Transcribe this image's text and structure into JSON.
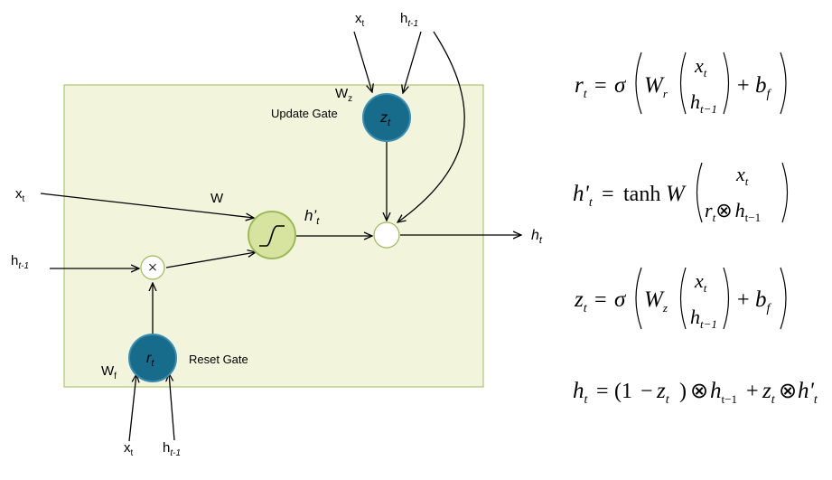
{
  "diagram": {
    "nodes": {
      "update_gate": {
        "symbol": "z",
        "sub": "t",
        "label": "Update Gate",
        "weight": "W",
        "weight_sub": "z"
      },
      "reset_gate": {
        "symbol": "r",
        "sub": "t",
        "label": "Reset Gate",
        "weight": "W",
        "weight_sub": "f"
      },
      "candidate": {
        "symbol": "h’",
        "sub": "t",
        "weight": "W"
      },
      "multiply": {
        "symbol": "×"
      },
      "output": {
        "symbol": "h",
        "sub": "t"
      }
    },
    "inputs": {
      "x": {
        "symbol": "x",
        "sub": "t"
      },
      "h_prev": {
        "symbol": "h",
        "sub": "t-1"
      }
    },
    "colors": {
      "box_fill": "#f2f5dc",
      "box_stroke": "#9bbb59",
      "gate_fill": "#176c8c",
      "gate_stroke": "#3a8db0",
      "candidate_fill": "#d7e4a0",
      "candidate_stroke": "#9bbb59"
    }
  },
  "equations": {
    "eq1": {
      "lhs": "r",
      "lhs_sub": "t",
      "func": "σ",
      "W": "W",
      "W_sub": "r",
      "top": "x",
      "top_sub": "t",
      "bottom": "h",
      "bottom_sub": "t−1",
      "plus": "+",
      "b": "b",
      "b_sub": "f"
    },
    "eq2": {
      "lhs": "h'",
      "lhs_sub": "t",
      "func": "tanh",
      "W": "W",
      "top": "x",
      "top_sub": "t",
      "bottom_r": "r",
      "bottom_r_sub": "t",
      "op": "⊗",
      "bottom_h": "h",
      "bottom_h_sub": "t−1"
    },
    "eq3": {
      "lhs": "z",
      "lhs_sub": "t",
      "func": "σ",
      "W": "W",
      "W_sub": "z",
      "top": "x",
      "top_sub": "t",
      "bottom": "h",
      "bottom_sub": "t−1",
      "plus": "+",
      "b": "b",
      "b_sub": "f"
    },
    "eq4": {
      "lhs": "h",
      "lhs_sub": "t",
      "one": "(1",
      "minus": "−",
      "z": "z",
      "z_sub": "t",
      "close": ")",
      "op": "⊗",
      "h_prev": "h",
      "h_prev_sub": "t−1",
      "plus": "+",
      "z2": "z",
      "z2_sub": "t",
      "op2": "⊗",
      "hp": "h'",
      "hp_sub": "t"
    }
  }
}
